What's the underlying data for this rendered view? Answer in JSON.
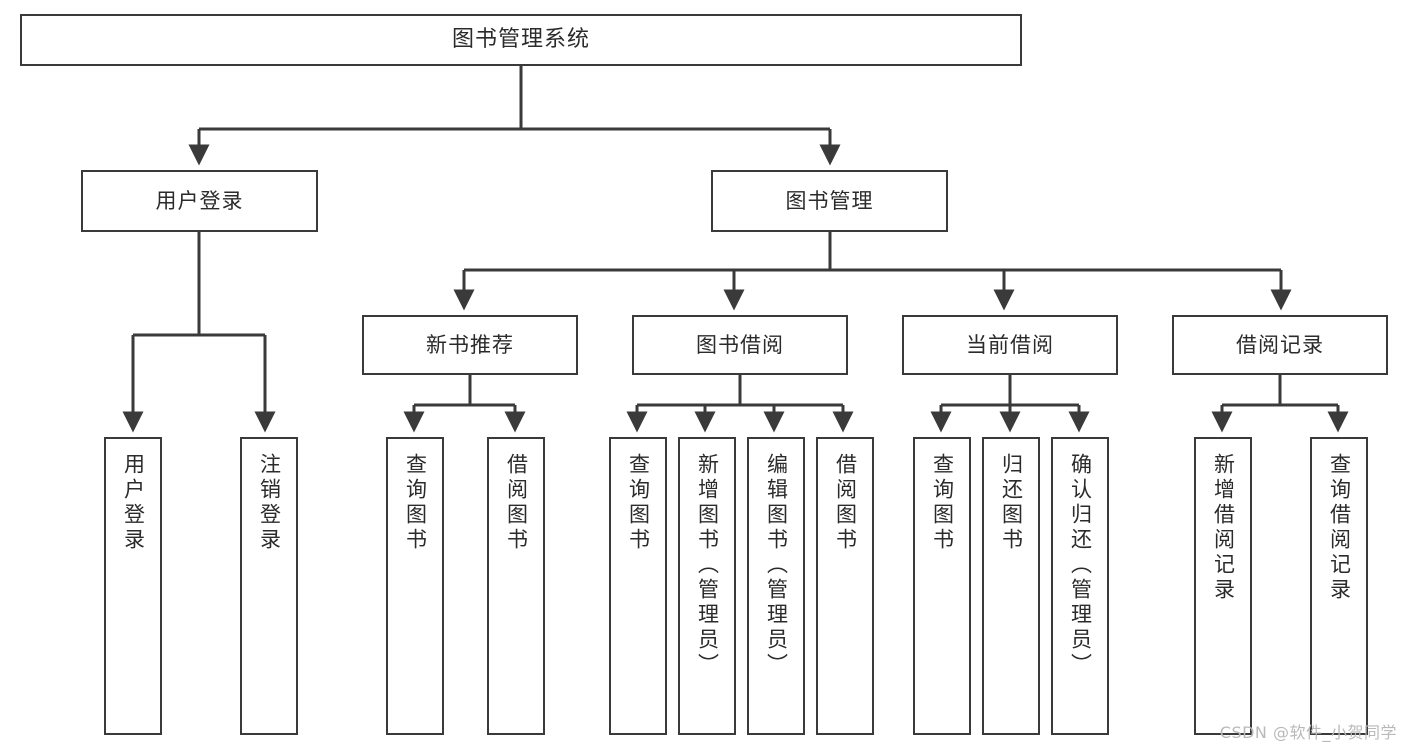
{
  "diagram": {
    "title": "图书管理系统",
    "type": "tree-hierarchy-chart",
    "watermark": "CSDN @软件_小贺同学",
    "colors": {
      "box_border": "#3a3a3a",
      "box_fill": "#ffffff",
      "edge": "#3a3a3a",
      "text": "#2b2b2b",
      "watermark": "#b9b9b9"
    },
    "nodes": {
      "root": {
        "label": "图书管理系统"
      },
      "level2": [
        {
          "id": "user-login",
          "label": "用户登录"
        },
        {
          "id": "book-manage",
          "label": "图书管理"
        }
      ],
      "level3": [
        {
          "id": "new-book-recommend",
          "label": "新书推荐"
        },
        {
          "id": "book-borrow",
          "label": "图书借阅"
        },
        {
          "id": "current-borrow",
          "label": "当前借阅"
        },
        {
          "id": "borrow-record",
          "label": "借阅记录"
        }
      ],
      "leaves": {
        "user_login": [
          {
            "id": "leaf-user-login",
            "label": "用户登录"
          },
          {
            "id": "leaf-logout",
            "label": "注销登录"
          }
        ],
        "new_book_recommend": [
          {
            "id": "leaf-query-book-1",
            "label": "查询图书"
          },
          {
            "id": "leaf-borrow-book-1",
            "label": "借阅图书"
          }
        ],
        "book_borrow": [
          {
            "id": "leaf-query-book-2",
            "label": "查询图书"
          },
          {
            "id": "leaf-add-book",
            "label": "新增图书（管理员）"
          },
          {
            "id": "leaf-edit-book",
            "label": "编辑图书（管理员）"
          },
          {
            "id": "leaf-borrow-book-2",
            "label": "借阅图书"
          }
        ],
        "current_borrow": [
          {
            "id": "leaf-query-book-3",
            "label": "查询图书"
          },
          {
            "id": "leaf-return-book",
            "label": "归还图书"
          },
          {
            "id": "leaf-confirm-return",
            "label": "确认归还（管理员）"
          }
        ],
        "borrow_record": [
          {
            "id": "leaf-add-record",
            "label": "新增借阅记录"
          },
          {
            "id": "leaf-query-record",
            "label": "查询借阅记录"
          }
        ]
      }
    }
  }
}
